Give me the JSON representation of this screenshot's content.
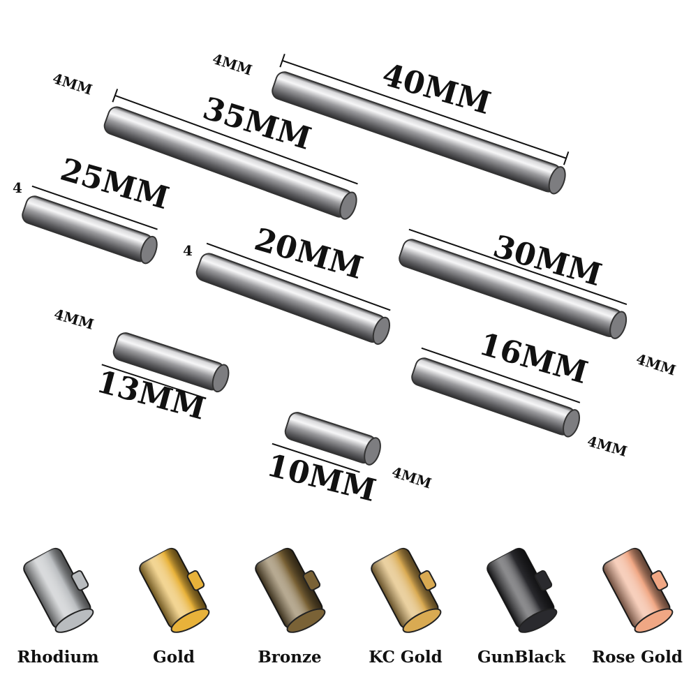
{
  "tubes": [
    {
      "id": "40",
      "length_label": "40MM",
      "width_label": "4MM"
    },
    {
      "id": "35",
      "length_label": "35MM",
      "width_label": "4MM"
    },
    {
      "id": "25",
      "length_label": "25MM",
      "width_label": "4"
    },
    {
      "id": "20",
      "length_label": "20MM",
      "width_label": "4"
    },
    {
      "id": "30",
      "length_label": "30MM",
      "width_label": "4MM"
    },
    {
      "id": "13",
      "length_label": "13MM",
      "width_label": "4MM"
    },
    {
      "id": "16",
      "length_label": "16MM",
      "width_label": "4MM"
    },
    {
      "id": "10",
      "length_label": "10MM",
      "width_label": "4MM"
    }
  ],
  "finishes": [
    {
      "name": "Rhodium",
      "color": "#b9bcbf"
    },
    {
      "name": "Gold",
      "color": "#e8b23a"
    },
    {
      "name": "Bronze",
      "color": "#7a6236"
    },
    {
      "name": "KC Gold",
      "color": "#d9aa52"
    },
    {
      "name": "GunBlack",
      "color": "#2a2a2e"
    },
    {
      "name": "Rose Gold",
      "color": "#f0a784"
    }
  ]
}
